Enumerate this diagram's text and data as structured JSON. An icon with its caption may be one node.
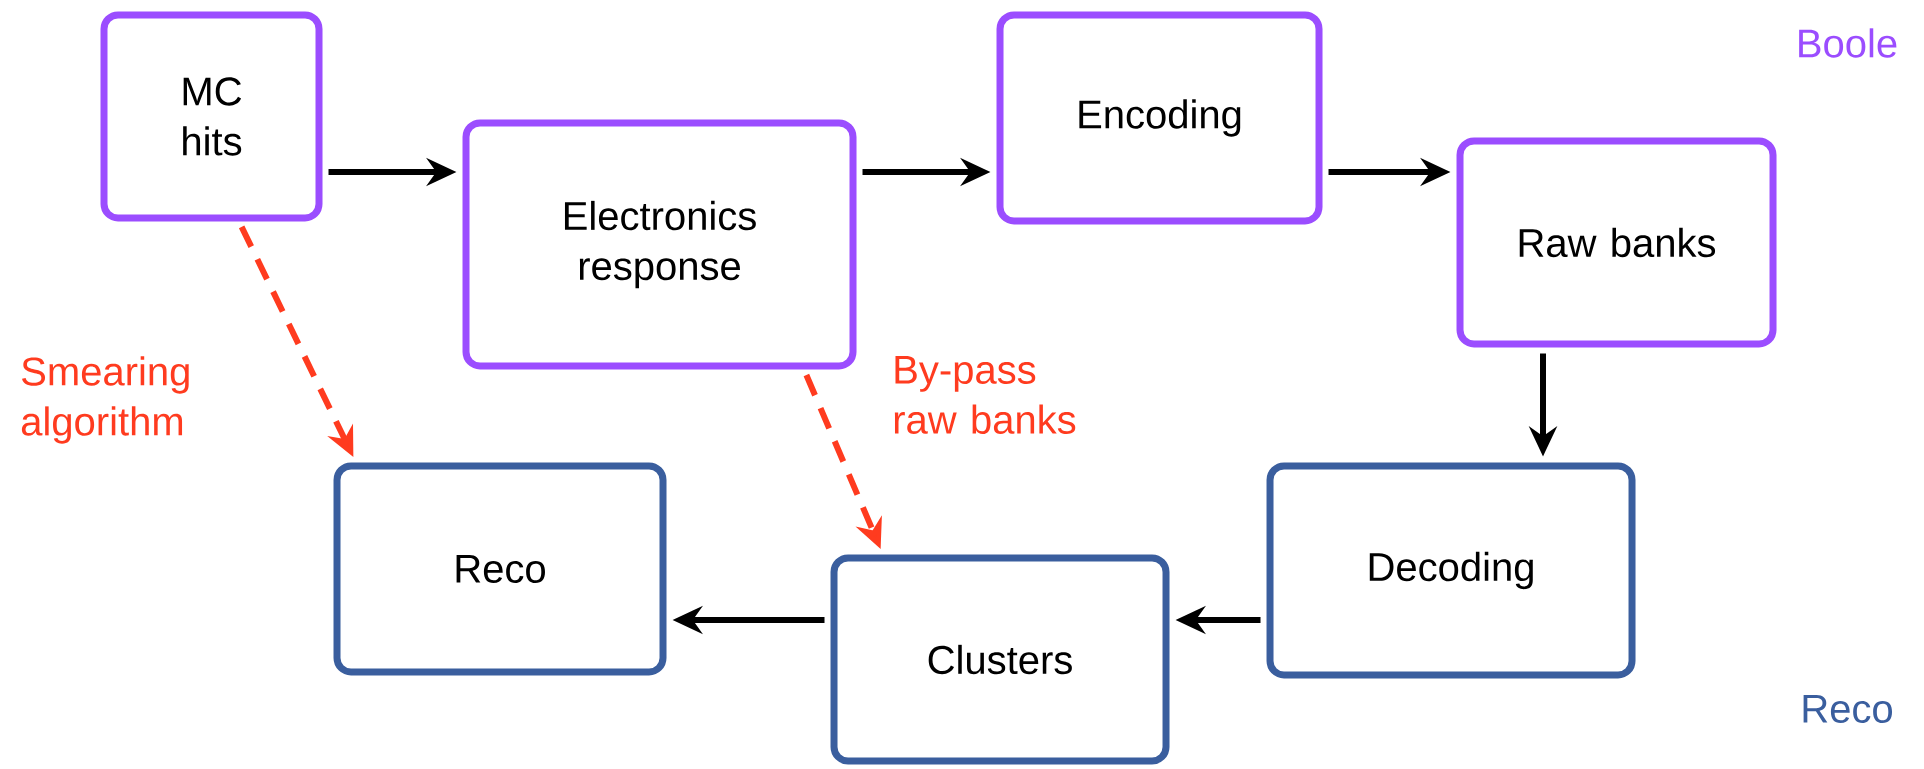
{
  "diagram": {
    "nodes": [
      {
        "text": [
          "MC hits"
        ]
      },
      {
        "text": [
          "Electronics response"
        ]
      },
      {
        "text": [
          "Encoding"
        ]
      },
      {
        "text": [
          "Raw banks"
        ]
      },
      {
        "text": [
          "Decoding"
        ]
      },
      {
        "text": [
          "Clusters"
        ]
      },
      {
        "text": [
          "Reco"
        ]
      }
    ],
    "edges": [
      {
        "from": 0,
        "to": 1,
        "arrow": "to"
      },
      {
        "from": 1,
        "to": 2,
        "arrow": "to"
      },
      {
        "from": 2,
        "to": 3,
        "arrow": "to"
      },
      {
        "from": 3,
        "to": 4,
        "arrow": "to"
      },
      {
        "from": 4,
        "to": 5,
        "arrow": "to"
      },
      {
        "from": 5,
        "to": 6,
        "arrow": "to"
      },
      {
        "from": 0,
        "to": 6,
        "arrow": "to",
        "style": "dashed",
        "color": "#ff3b1f",
        "label": "Smearing algorithm"
      },
      {
        "from": 1,
        "to": 5,
        "arrow": "to",
        "style": "dashed",
        "color": "#ff3b1f",
        "label": "By-pass raw banks"
      }
    ],
    "labels": [
      "Boole",
      "Reco"
    ]
  }
}
